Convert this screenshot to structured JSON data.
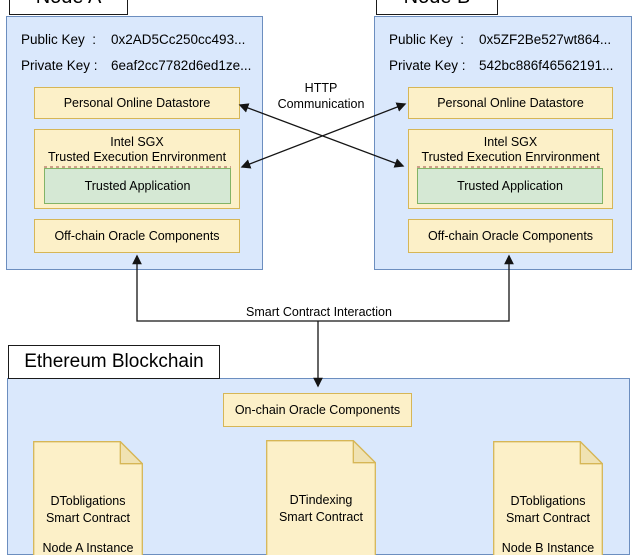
{
  "node_a": {
    "title": "Node A",
    "public_key_label": "Public Key  :",
    "public_key_value": "0x2AD5Cc250cc493...",
    "private_key_label": "Private Key :",
    "private_key_value": "6eaf2cc7782d6ed1ze...",
    "datastore_label": "Personal Online Datastore",
    "tee_line1": "Intel SGX",
    "tee_line2": "Trusted Execution Enrvironment",
    "trusted_app_label": "Trusted Application",
    "offchain_label": "Off-chain Oracle Components"
  },
  "node_b": {
    "title": "Node B",
    "public_key_label": "Public Key  :",
    "public_key_value": "0x5ZF2Be527wt864...",
    "private_key_label": "Private Key :",
    "private_key_value": "542bc886f46562191...",
    "datastore_label": "Personal Online Datastore",
    "tee_line1": "Intel SGX",
    "tee_line2": "Trusted Execution Enrvironment",
    "trusted_app_label": "Trusted Application",
    "offchain_label": "Off-chain Oracle Components"
  },
  "labels": {
    "http_line1": "HTTP",
    "http_line2": "Communication",
    "smart_contract_interaction": "Smart Contract Interaction"
  },
  "ethereum": {
    "title": "Ethereum Blockchain",
    "onchain_label": "On-chain Oracle Components",
    "contracts": [
      {
        "line1": "DTobligations",
        "line2": "Smart Contract",
        "instance": "Node A Instance"
      },
      {
        "line1": "DTindexing",
        "line2": "Smart Contract",
        "instance": ""
      },
      {
        "line1": "DTobligations",
        "line2": "Smart Contract",
        "instance": "Node B Instance"
      }
    ]
  },
  "colors": {
    "container_fill": "#dae8fc",
    "container_stroke": "#6c8ebf",
    "component_fill": "#fcf0c8",
    "component_stroke": "#d6b656",
    "trusted_app_fill": "#d5e8d4",
    "trusted_app_stroke": "#82b366",
    "document_fold_fill": "#f0e2b2",
    "arrow_color": "#141414"
  }
}
